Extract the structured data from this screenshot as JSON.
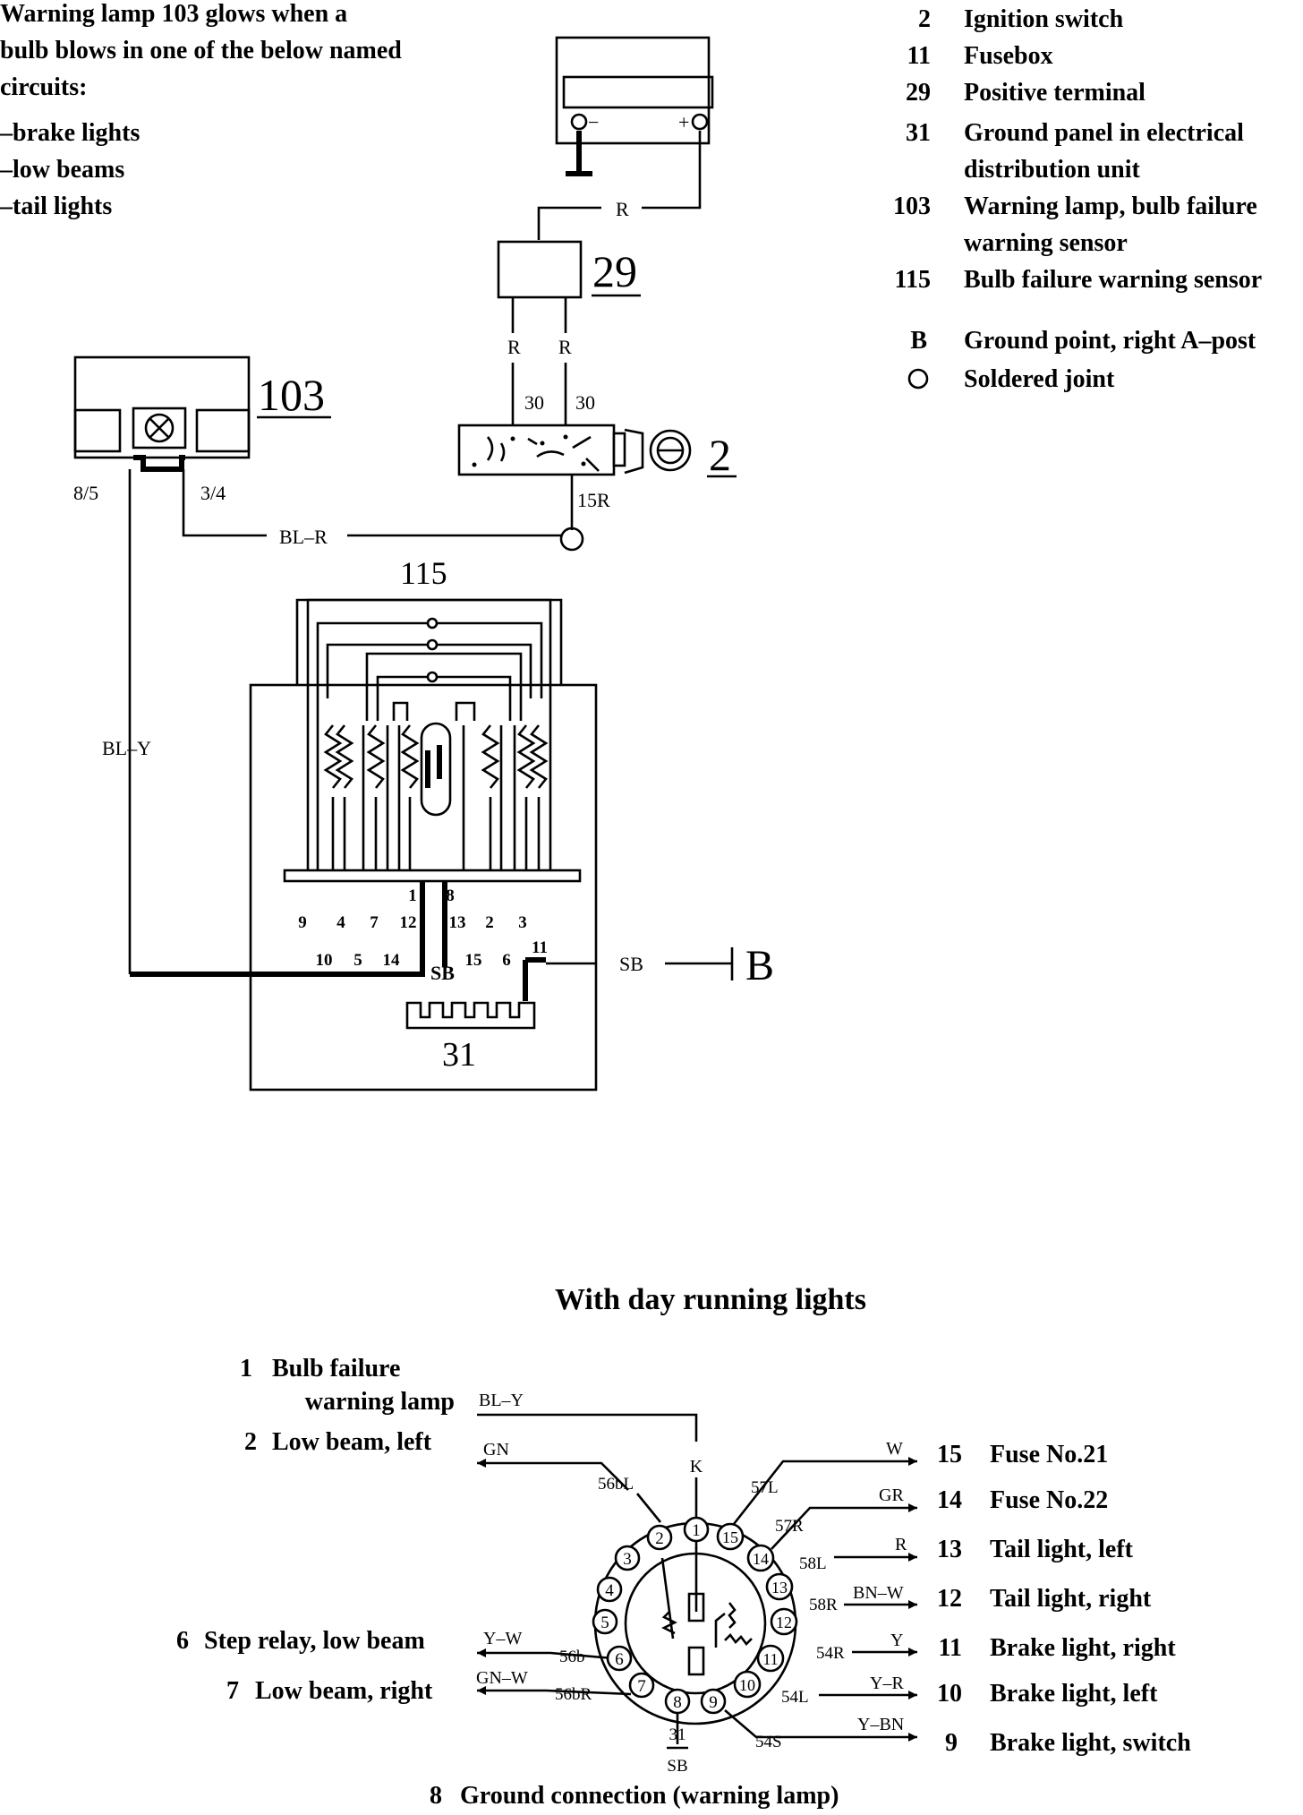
{
  "note": {
    "lines": [
      "Warning lamp 103 glows when a",
      "bulb blows in one of the below named",
      "circuits:",
      "–brake lights",
      "–low beams",
      "–tail lights"
    ]
  },
  "legend": [
    {
      "num": "2",
      "lines": [
        "Ignition switch"
      ]
    },
    {
      "num": "11",
      "lines": [
        "Fusebox"
      ]
    },
    {
      "num": "29",
      "lines": [
        "Positive terminal"
      ]
    },
    {
      "num": "31",
      "lines": [
        "Ground panel in electrical",
        "distribution unit"
      ]
    },
    {
      "num": "103",
      "lines": [
        "Warning lamp, bulb failure",
        "warning sensor"
      ]
    },
    {
      "num": "115",
      "lines": [
        "Bulb failure warning sensor"
      ]
    },
    {
      "num": "B",
      "lines": [
        "Ground point, right A–post"
      ]
    },
    {
      "num": "○",
      "lines": [
        "Soldered joint"
      ]
    }
  ],
  "top": {
    "battery": {
      "minus": "−",
      "plus": "+"
    },
    "comp29": "29",
    "comp103": "103",
    "comp2": "2",
    "comp115": "115",
    "comp31": "31",
    "compB": "B",
    "wires": {
      "bat_r": "R",
      "r_left": "R",
      "r_right": "R",
      "t30a": "30",
      "t30b": "30",
      "t15r": "15R",
      "t85": "8/5",
      "t34": "3/4",
      "blr": "BL–R",
      "bly": "BL–Y",
      "sb_ground": "SB",
      "sb_bar": "SB"
    },
    "pins_top": [
      "9",
      "4",
      "7",
      "12",
      "1",
      "8",
      "13",
      "2",
      "3"
    ],
    "pins_bottom": [
      "10",
      "5",
      "14",
      "15",
      "6",
      "11"
    ]
  },
  "bottom": {
    "title": "With day running lights",
    "k": "K",
    "gnd": [
      "31",
      "SB"
    ],
    "left": [
      {
        "num": "1",
        "lines": [
          "Bulb failure",
          "warning lamp"
        ],
        "wire": "BL–Y"
      },
      {
        "num": "2",
        "lines": [
          "Low beam, left"
        ],
        "wire": "GN",
        "term": "56bL"
      },
      {
        "num": "6",
        "lines": [
          "Step relay, low beam"
        ],
        "wire": "Y–W",
        "term": "56b"
      },
      {
        "num": "7",
        "lines": [
          "Low beam, right"
        ],
        "wire": "GN–W",
        "term": "56bR"
      }
    ],
    "right": [
      {
        "num": "15",
        "label": "Fuse No.21",
        "wire": "W",
        "term": "57L"
      },
      {
        "num": "14",
        "label": "Fuse No.22",
        "wire": "GR",
        "term": "57R"
      },
      {
        "num": "13",
        "label": "Tail light, left",
        "wire": "R",
        "term": "58L"
      },
      {
        "num": "12",
        "label": "Tail light, right",
        "wire": "BN–W",
        "term": "58R"
      },
      {
        "num": "11",
        "label": "Brake light, right",
        "wire": "Y",
        "term": "54R"
      },
      {
        "num": "10",
        "label": "Brake light, left",
        "wire": "Y–R",
        "term": "54L"
      },
      {
        "num": "9",
        "label": "Brake light, switch",
        "wire": "Y–BN",
        "term": "54S"
      }
    ],
    "footer": {
      "num": "8",
      "label": "Ground connection (warning lamp)"
    },
    "connector_pins": [
      "1",
      "2",
      "3",
      "4",
      "5",
      "6",
      "7",
      "8",
      "9",
      "10",
      "11",
      "12",
      "13",
      "14",
      "15"
    ]
  }
}
